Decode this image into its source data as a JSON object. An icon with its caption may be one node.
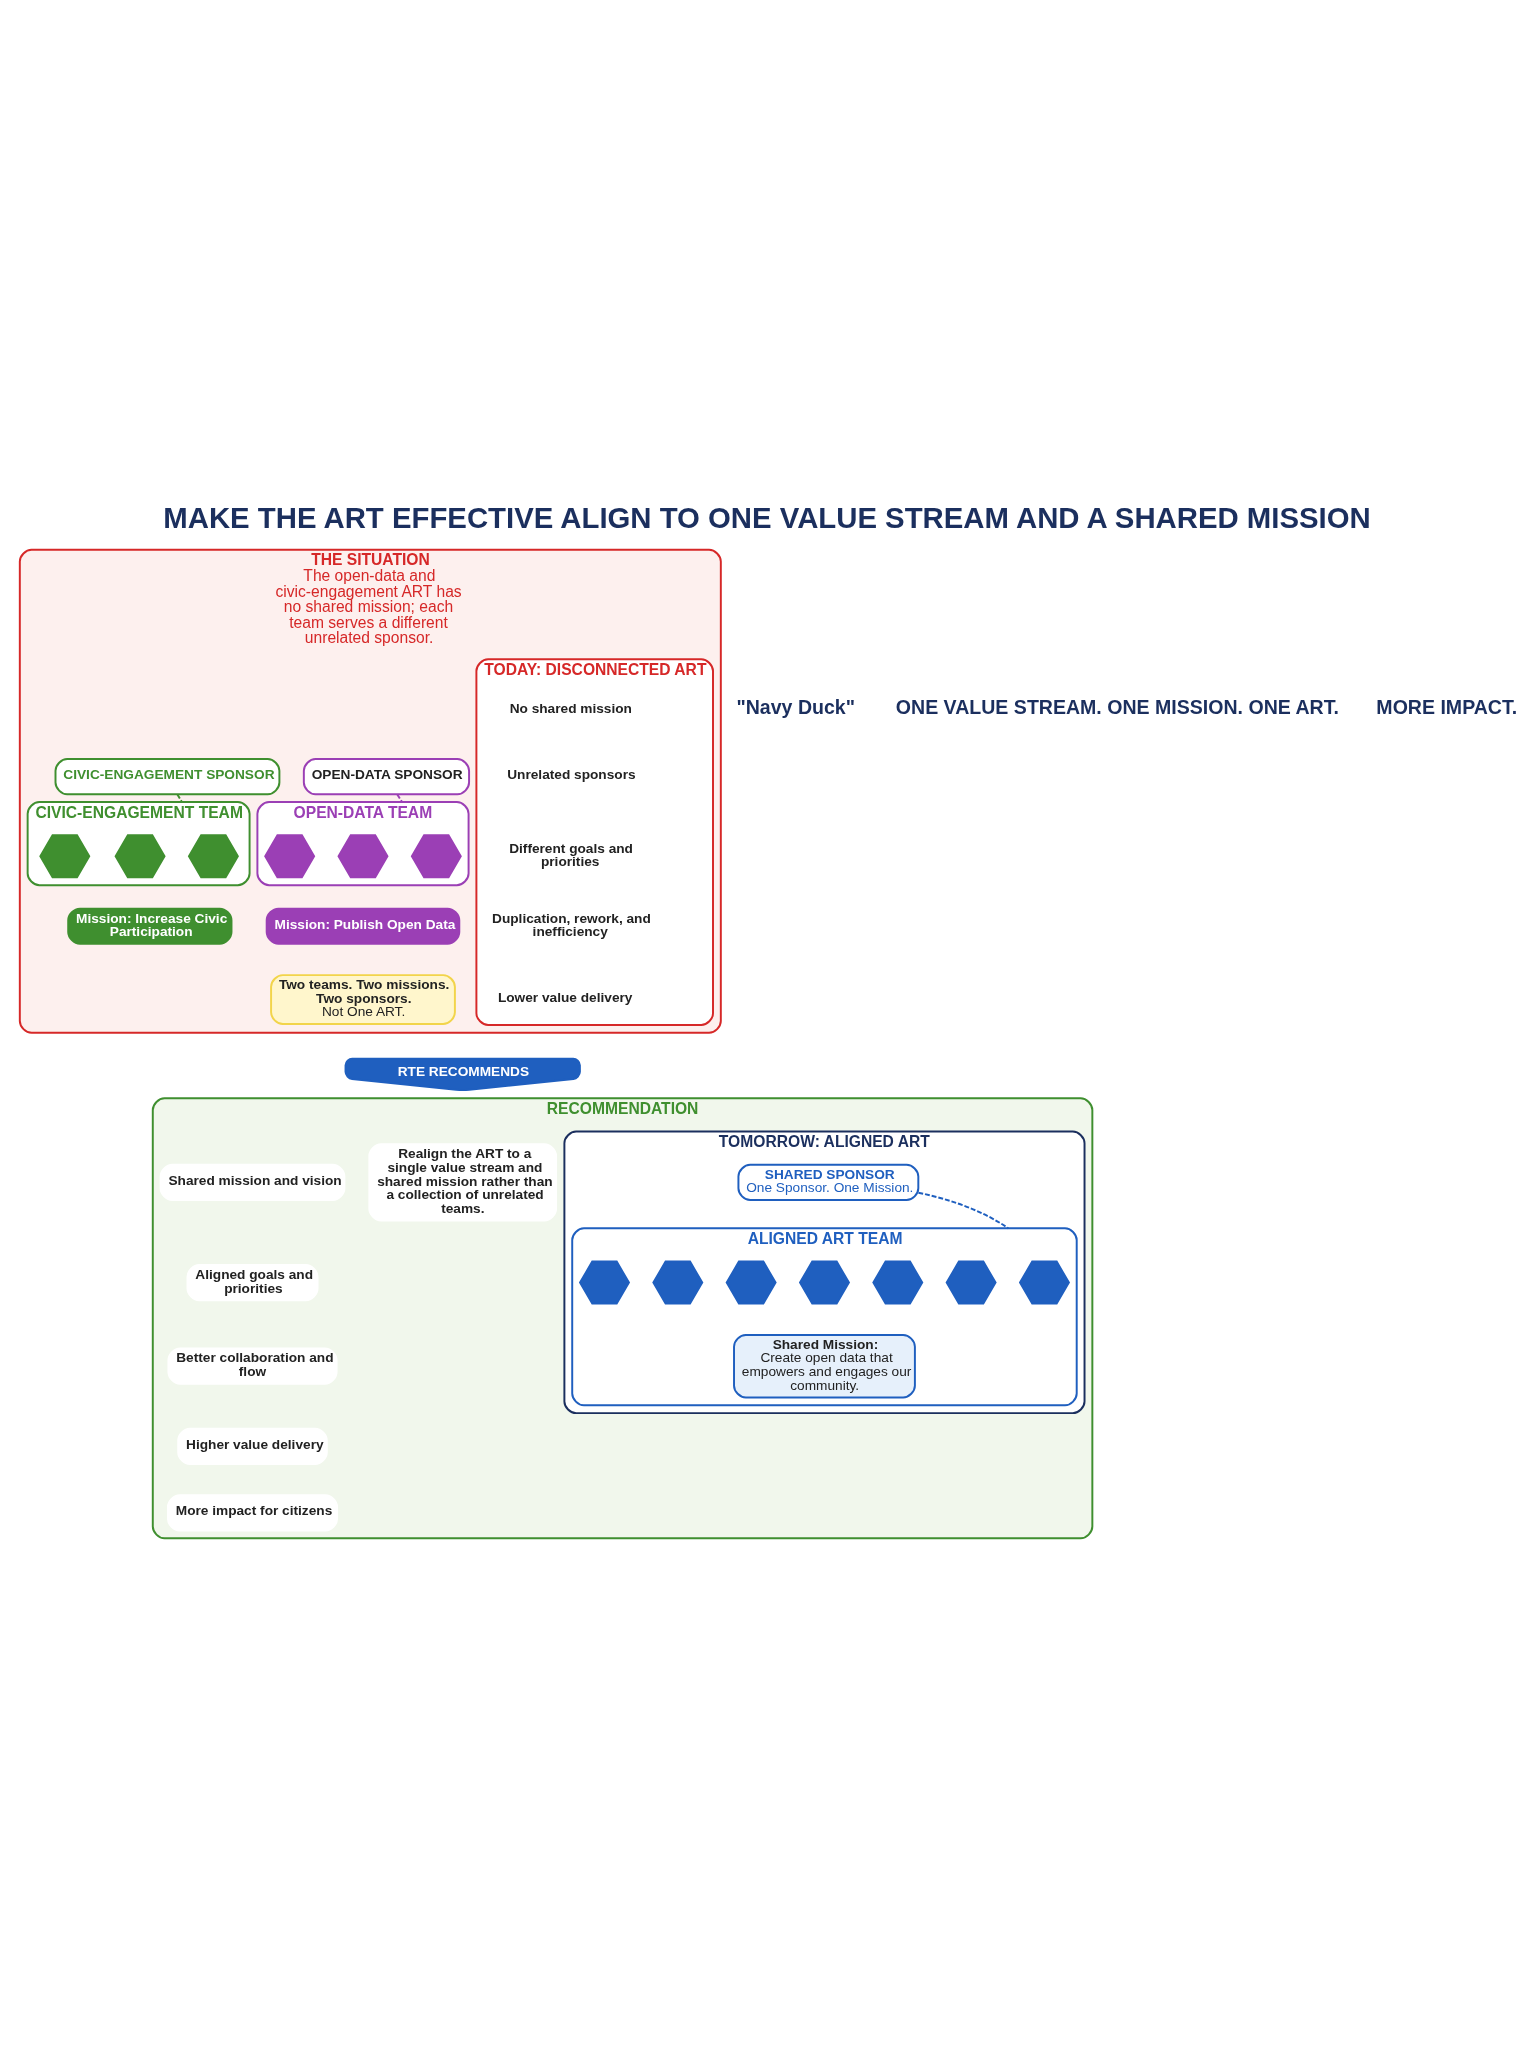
{
  "diagram": {
    "title": "MAKE THE ART EFFECTIVE ALIGN TO ONE VALUE STREAM AND A SHARED MISSION",
    "nodes": [
      {
        "text": [
          "THE SITUATION",
          "The open-data and civic-engagement ART has no shared mission; each team serves a different unrelated sponsor."
        ]
      },
      {
        "text": [
          "TODAY: DISCONNECTED ART"
        ],
        "in": 0
      },
      {
        "text": [
          "No shared mission"
        ],
        "in": 1
      },
      {
        "text": [
          "Unrelated sponsors"
        ],
        "in": 1
      },
      {
        "text": [
          "Different goals and priorities"
        ],
        "in": 1
      },
      {
        "text": [
          "Duplication, rework, and inefficiency"
        ],
        "in": 1
      },
      {
        "text": [
          "Lower value delivery"
        ],
        "in": 1
      },
      {
        "text": [
          "OPEN-DATA SPONSOR"
        ],
        "in": 0
      },
      {
        "text": [
          "CIVIC-ENGAGEMENT SPONSOR"
        ],
        "in": 0
      },
      {
        "text": [
          "OPEN-DATA TEAM"
        ],
        "in": 0
      },
      {
        "text": [],
        "shape": "hexagon",
        "in": 9
      },
      {
        "text": [],
        "shape": "hexagon",
        "in": 9
      },
      {
        "text": [],
        "shape": "hexagon",
        "in": 9
      },
      {
        "text": [
          "CIVIC-ENGAGEMENT TEAM"
        ],
        "in": 0
      },
      {
        "text": [],
        "shape": "hexagon",
        "in": 13
      },
      {
        "text": [],
        "shape": "hexagon",
        "in": 13
      },
      {
        "text": [],
        "shape": "hexagon",
        "in": 13
      },
      {
        "text": [
          "Mission: Publish Open Data"
        ],
        "in": 0
      },
      {
        "text": [
          "Mission: Increase Civic Participation"
        ],
        "in": 0
      },
      {
        "text": [
          "Two teams. Two missions. Two sponsors.",
          "Not One ART."
        ],
        "in": 0
      },
      {
        "text": [
          "RTE RECOMMENDS"
        ]
      },
      {
        "text": [
          "RECOMMENDATION"
        ]
      },
      {
        "text": [
          "Realign the ART to a single value stream and shared mission rather than a collection of unrelated teams."
        ],
        "in": 21
      },
      {
        "text": [
          "TOMORROW: ALIGNED ART"
        ],
        "in": 21
      },
      {
        "text": [
          "SHARED SPONSOR",
          "One Sponsor. One Mission."
        ],
        "in": 23
      },
      {
        "text": [
          "ALIGNED ART TEAM"
        ],
        "in": 23
      },
      {
        "text": [],
        "shape": "hexagon",
        "in": 25
      },
      {
        "text": [],
        "shape": "hexagon",
        "in": 25
      },
      {
        "text": [],
        "shape": "hexagon",
        "in": 25
      },
      {
        "text": [],
        "shape": "hexagon",
        "in": 25
      },
      {
        "text": [],
        "shape": "hexagon",
        "in": 25
      },
      {
        "text": [],
        "shape": "hexagon",
        "in": 25
      },
      {
        "text": [],
        "shape": "hexagon",
        "in": 25
      },
      {
        "text": [
          "Shared Mission:",
          "Create open data that empowers and engages our community."
        ],
        "in": 25
      },
      {
        "text": [
          "Shared mission and vision"
        ],
        "in": 21
      },
      {
        "text": [
          "Aligned goals and priorities"
        ],
        "in": 21
      },
      {
        "text": [
          "Better collaboration and flow"
        ],
        "in": 21
      },
      {
        "text": [
          "Higher value delivery"
        ],
        "in": 21
      },
      {
        "text": [
          "More impact for citizens"
        ],
        "in": 21
      }
    ],
    "edges": [
      {
        "from": 7,
        "to": 9,
        "arrow": "none",
        "style": "dashed",
        "color": "#9b3fb5"
      },
      {
        "from": 8,
        "to": 13,
        "arrow": "none",
        "style": "dashed",
        "color": "#3f8f2f"
      },
      {
        "from": 24,
        "to": 25,
        "arrow": "none",
        "style": "dashed",
        "color": "#1f5fbf"
      }
    ],
    "labels": [
      "\"Navy Duck\"",
      "ONE VALUE STREAM. ONE MISSION. ONE ART.",
      "MORE IMPACT."
    ]
  }
}
